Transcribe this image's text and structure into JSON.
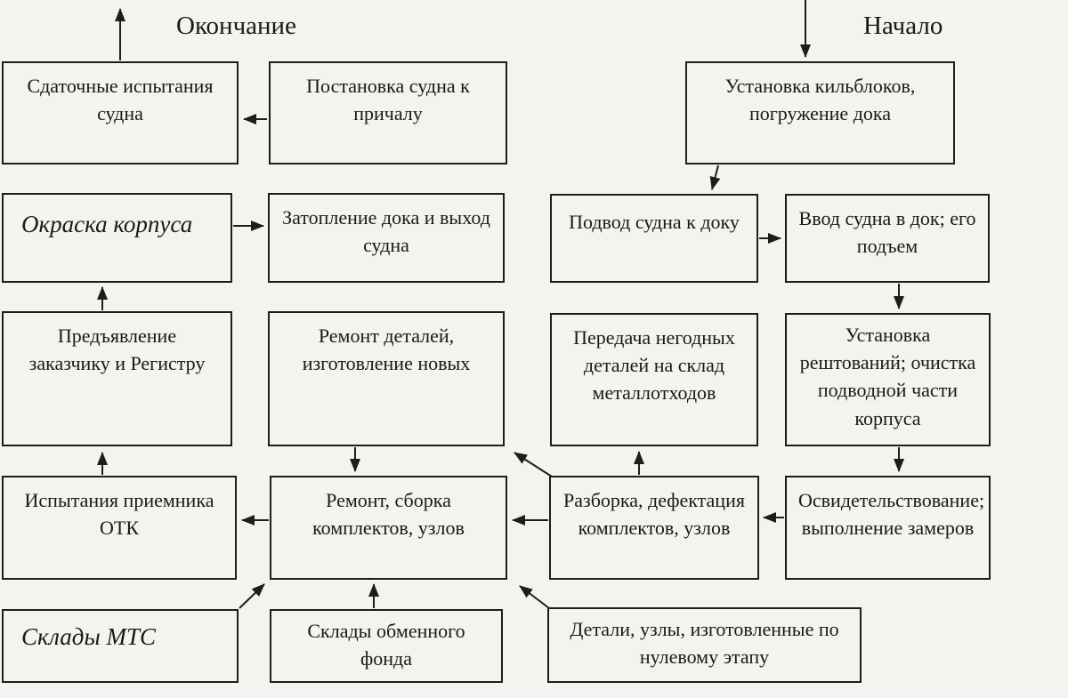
{
  "labels": {
    "end": "Окончание",
    "start": "Начало"
  },
  "nodes": {
    "acceptance_tests": "Сдаточные испытания судна",
    "mooring": "Постановка судна к причалу",
    "keel_blocks": "Установка кильблоков, погружение дока",
    "hull_painting": "Окраска корпуса",
    "dock_flooding": "Затопление дока и выход судна",
    "ship_approach": "Подвод судна к доку",
    "ship_docking": "Ввод судна в док; его подъем",
    "presentation": "Предъявление заказчику и Регистру",
    "parts_repair": "Ремонт деталей, изготовление новых",
    "scrap_transfer": "Передача негодных деталей на склад металлотходов",
    "staging": "Установка рештований; очистка подводной части корпуса",
    "otk_tests": "Испытания приемника ОТК",
    "assembly": "Ремонт, сборка комплектов, узлов",
    "disassembly": "Разборка, дефектация комплектов, узлов",
    "survey": "Освидетельствование; выполнение замеров",
    "mts_warehouses": "Склады МТС",
    "exchange_fund": "Склады обменного фонда",
    "zero_stage_parts": "Детали, узлы, изготовленные по нулевому этапу"
  },
  "edges": [
    {
      "from": "start",
      "to": "keel_blocks"
    },
    {
      "from": "keel_blocks",
      "to": "ship_approach"
    },
    {
      "from": "ship_approach",
      "to": "ship_docking"
    },
    {
      "from": "ship_docking",
      "to": "staging"
    },
    {
      "from": "staging",
      "to": "survey"
    },
    {
      "from": "survey",
      "to": "disassembly"
    },
    {
      "from": "disassembly",
      "to": "scrap_transfer"
    },
    {
      "from": "disassembly",
      "to": "parts_repair"
    },
    {
      "from": "disassembly",
      "to": "assembly"
    },
    {
      "from": "parts_repair",
      "to": "assembly"
    },
    {
      "from": "mts_warehouses",
      "to": "assembly"
    },
    {
      "from": "exchange_fund",
      "to": "assembly"
    },
    {
      "from": "zero_stage_parts",
      "to": "assembly"
    },
    {
      "from": "assembly",
      "to": "otk_tests"
    },
    {
      "from": "otk_tests",
      "to": "presentation"
    },
    {
      "from": "presentation",
      "to": "hull_painting"
    },
    {
      "from": "hull_painting",
      "to": "dock_flooding"
    },
    {
      "from": "mooring",
      "to": "acceptance_tests"
    },
    {
      "from": "acceptance_tests",
      "to": "end"
    }
  ],
  "colors": {
    "line": "#1d1d1d",
    "background": "#f4f3f0",
    "text": "#191919"
  }
}
